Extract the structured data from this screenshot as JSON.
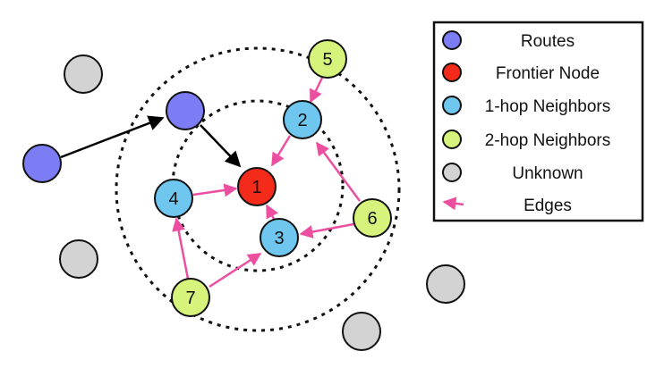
{
  "colors": {
    "routes": "#7c7cf4",
    "frontier": "#f42a1a",
    "one_hop": "#6fc6ef",
    "two_hop": "#d6f47c",
    "unknown": "#d3d3d3",
    "edge": "#ec4fa0",
    "route_edge": "#000000",
    "stroke": "#111111"
  },
  "nodes": {
    "n1": {
      "label": "1",
      "kind": "frontier"
    },
    "n2": {
      "label": "2",
      "kind": "one_hop"
    },
    "n3": {
      "label": "3",
      "kind": "one_hop"
    },
    "n4": {
      "label": "4",
      "kind": "one_hop"
    },
    "n5": {
      "label": "5",
      "kind": "two_hop"
    },
    "n6": {
      "label": "6",
      "kind": "two_hop"
    },
    "n7": {
      "label": "7",
      "kind": "two_hop"
    }
  },
  "legend": {
    "routes": "Routes",
    "frontier": "Frontier Node",
    "one_hop": "1-hop Neighbors",
    "two_hop": "2-hop Neighbors",
    "unknown": "Unknown",
    "edges": "Edges"
  }
}
